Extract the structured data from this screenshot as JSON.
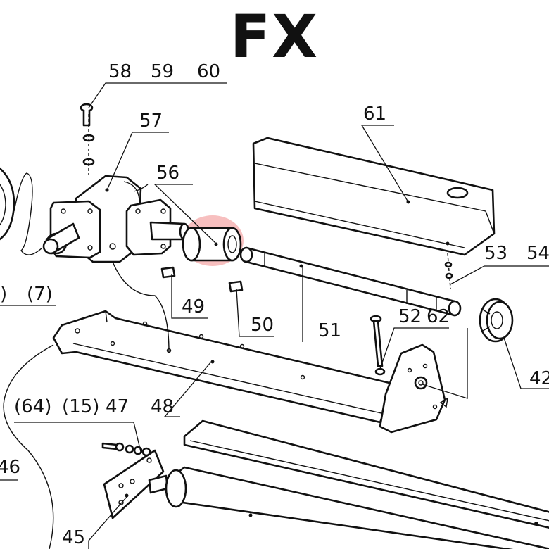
{
  "title": "FX",
  "highlight_color": "#f08a8a",
  "callouts": {
    "c58": "58",
    "c59": "59",
    "c60": "60",
    "c57": "57",
    "c56": "56",
    "c61": "61",
    "c53": "53",
    "c54": "54",
    "c7a": ")",
    "c7b": "(7)",
    "c49": "49",
    "c50": "50",
    "c51": "51",
    "c52": "52",
    "c62": "62",
    "c42": "42",
    "c64": "(64)",
    "c15": "(15)",
    "c47": "47",
    "c48": "48",
    "c46": "46",
    "c45": "45"
  }
}
